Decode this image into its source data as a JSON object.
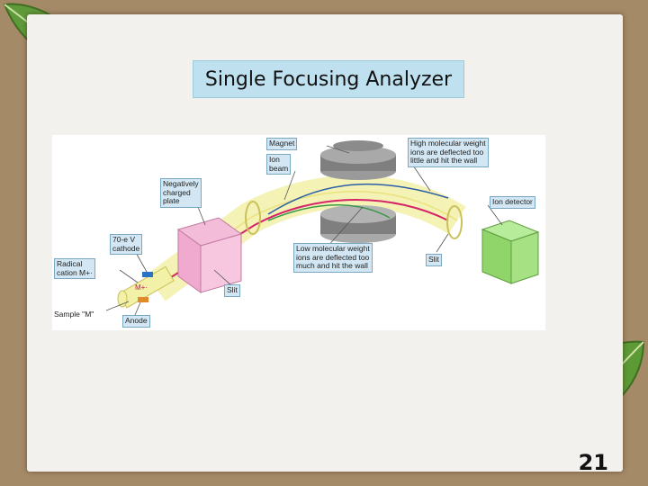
{
  "slide": {
    "title": "Single Focusing Analyzer",
    "page_number": "21"
  },
  "diagram": {
    "labels": {
      "magnet": "Magnet",
      "ion_beam": "Ion\nbeam",
      "high_mw": "High molecular weight\nions are deflected too\nlittle and hit the wall",
      "ion_detector": "Ion detector",
      "neg_plate": "Negatively\ncharged\nplate",
      "cathode": "70-e V\ncathode",
      "radical_cation": "Radical\ncation M+·",
      "low_mw": "Low molecular weight\nions are deflected too\nmuch and hit the wall",
      "slit_right": "Slit",
      "slit_left": "Slit",
      "sample": "Sample \"M\"",
      "anode": "Anode",
      "ion_symbol": "M+·"
    }
  }
}
